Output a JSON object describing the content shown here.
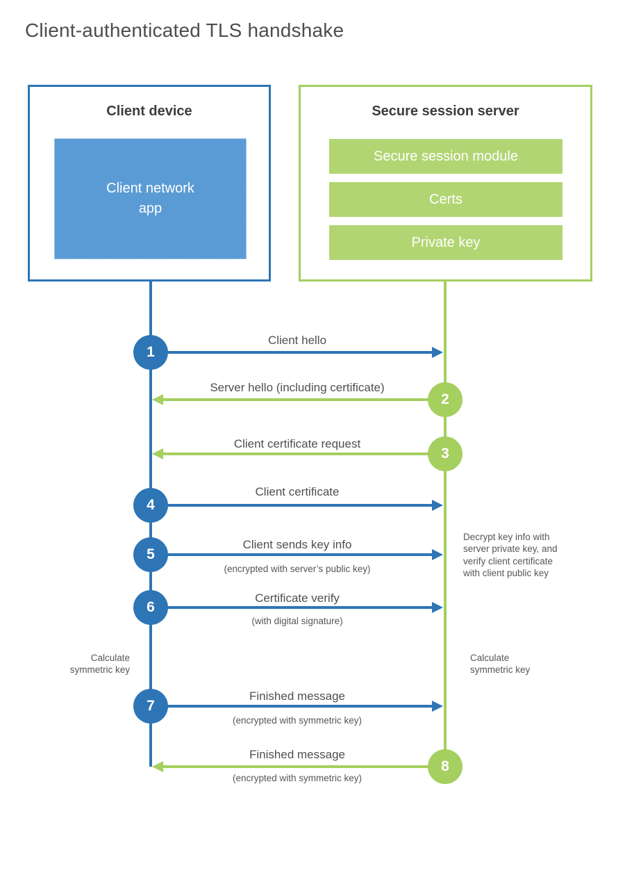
{
  "title": "Client-authenticated TLS handshake",
  "colors": {
    "blue": "#2e75b6",
    "blue_light": "#5b9bd5",
    "green": "#a5cf5f",
    "green_light": "#b2d573",
    "text_dark": "#3d3d3d",
    "text_label": "#4f4f4f"
  },
  "client_box": {
    "title": "Client device",
    "app": "Client network\napp"
  },
  "server_box": {
    "title": "Secure session server",
    "modules": [
      "Secure session module",
      "Certs",
      "Private key"
    ]
  },
  "steps": [
    {
      "num": "1",
      "label": "Client hello",
      "direction": "client-to-server"
    },
    {
      "num": "2",
      "label": "Server hello (including certificate)",
      "direction": "server-to-client"
    },
    {
      "num": "3",
      "label": "Client certificate request",
      "direction": "server-to-client"
    },
    {
      "num": "4",
      "label": "Client certificate",
      "direction": "client-to-server"
    },
    {
      "num": "5",
      "label": "Client sends key info",
      "sub": "(encrypted with server’s public key)",
      "direction": "client-to-server"
    },
    {
      "num": "6",
      "label": "Certificate verify",
      "sub": "(with digital signature)",
      "direction": "client-to-server"
    },
    {
      "num": "7",
      "label": "Finished message",
      "sub": "(encrypted with symmetric key)",
      "direction": "client-to-server"
    },
    {
      "num": "8",
      "label": "Finished message",
      "sub": "(encrypted with symmetric key)",
      "direction": "server-to-client"
    }
  ],
  "notes": {
    "decrypt": "Decrypt key info with\nserver private key, and\nverify client certificate\nwith client public key",
    "calc_left": "Calculate\nsymmetric key",
    "calc_right": "Calculate\nsymmetric key"
  }
}
